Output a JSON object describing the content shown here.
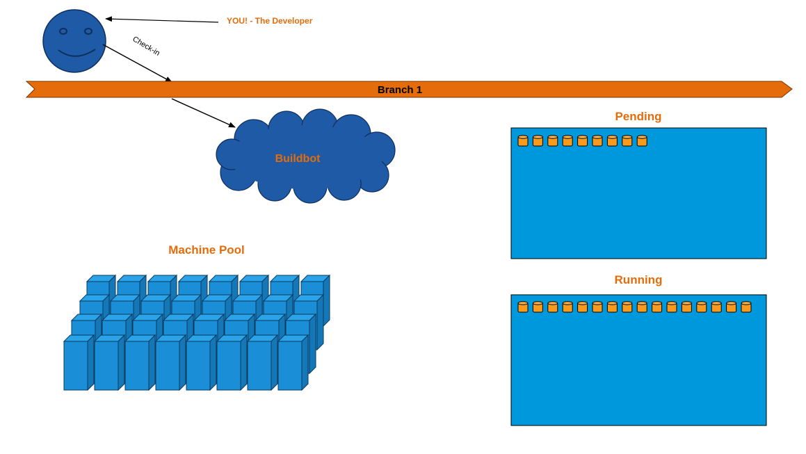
{
  "developer": {
    "label": "YOU! - The Developer"
  },
  "checkin": {
    "label": "Check-in"
  },
  "branch": {
    "label": "Branch 1"
  },
  "buildbot": {
    "label": "Buildbot"
  },
  "pending": {
    "title": "Pending",
    "job_count": 9
  },
  "running": {
    "title": "Running",
    "job_count": 16
  },
  "machine_pool": {
    "title": "Machine Pool",
    "rows": 4,
    "columns": 8
  },
  "colors": {
    "branch": "#e46c0a",
    "developer": "#1f5aa6",
    "buildbot": "#1f5aa6",
    "queue_box": "#0098dc",
    "job": "#f79a1d",
    "server": "#1a8fd8",
    "label": "#e46c0a"
  }
}
